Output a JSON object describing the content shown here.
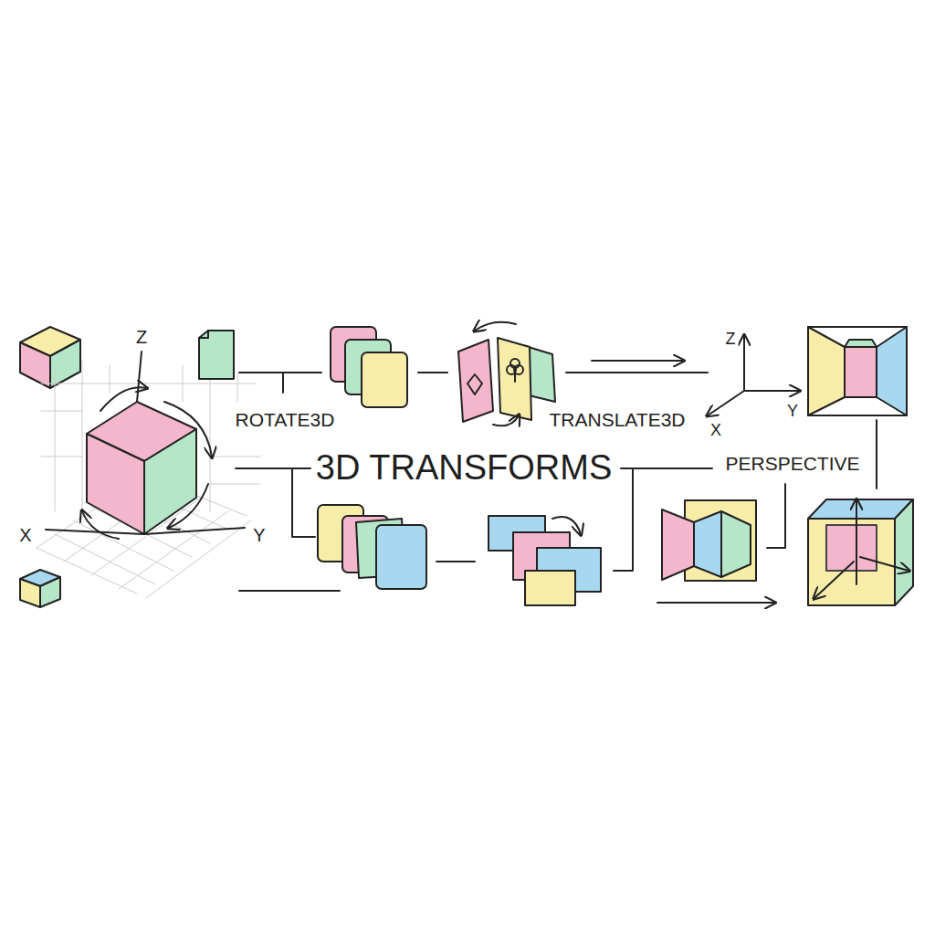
{
  "diagram": {
    "title": "3D TRANSFORMS",
    "labels": [
      "ROTATE3D",
      "TRANSLATE3D",
      "PERSPECTIVE",
      "Z",
      "X",
      "Y",
      "Z",
      "Y",
      "X"
    ]
  }
}
